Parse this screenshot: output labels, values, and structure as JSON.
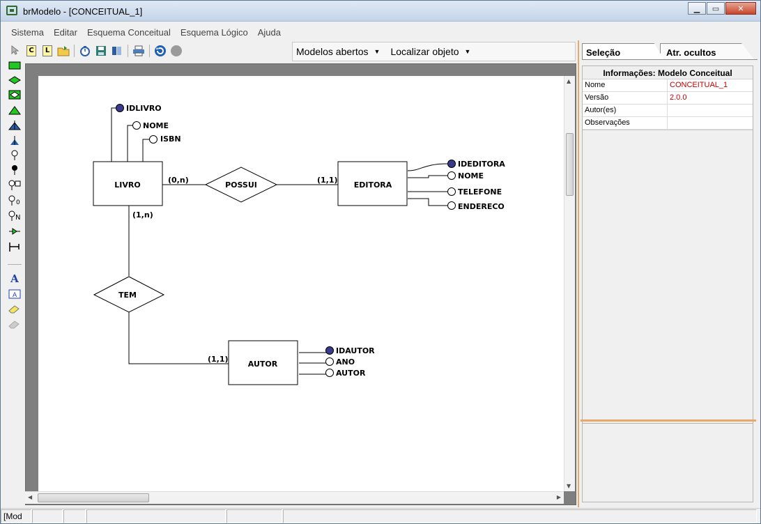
{
  "window": {
    "title": "brModelo - [CONCEITUAL_1]",
    "minimize": "▁",
    "maximize": "▭",
    "close": "✕"
  },
  "menu": [
    "Sistema",
    "Editar",
    "Esquema Conceitual",
    "Esquema Lógico",
    "Ajuda"
  ],
  "toolbar": {
    "doc_c": "C",
    "doc_l": "L",
    "combos": [
      "Modelos abertos",
      "Localizar objeto"
    ]
  },
  "diagram": {
    "entities": {
      "livro": "LIVRO",
      "editora": "EDITORA",
      "autor": "AUTOR"
    },
    "relationships": {
      "possui": "POSSUI",
      "tem": "TEM"
    },
    "cardinalities": {
      "livro_possui": "(0,n)",
      "editora_possui": "(1,1)",
      "livro_tem": "(1,n)",
      "autor_tem": "(1,1)"
    },
    "attributes": {
      "livro": [
        {
          "name": "IDLIVRO",
          "key": true
        },
        {
          "name": "NOME",
          "key": false
        },
        {
          "name": "ISBN",
          "key": false
        }
      ],
      "editora": [
        {
          "name": "IDEDITORA",
          "key": true
        },
        {
          "name": "NOME",
          "key": false
        },
        {
          "name": "TELEFONE",
          "key": false
        },
        {
          "name": "ENDERECO",
          "key": false
        }
      ],
      "autor": [
        {
          "name": "IDAUTOR",
          "key": true
        },
        {
          "name": "ANO",
          "key": false
        },
        {
          "name": "AUTOR",
          "key": false
        }
      ]
    },
    "colors": {
      "key_attribute": "#3a3a8c",
      "line": "#000000"
    }
  },
  "panel": {
    "tabs": [
      "Seleção",
      "Atr. ocultos"
    ],
    "title": "Informações: Modelo Conceitual",
    "rows": [
      {
        "key": "Nome",
        "value": "CONCEITUAL_1"
      },
      {
        "key": "Versão",
        "value": "2.0.0"
      },
      {
        "key": "Autor(es)",
        "value": ""
      },
      {
        "key": "Observações",
        "value": ""
      }
    ]
  },
  "status": {
    "cells": [
      "[Mod",
      "",
      "",
      "",
      "",
      ""
    ]
  }
}
